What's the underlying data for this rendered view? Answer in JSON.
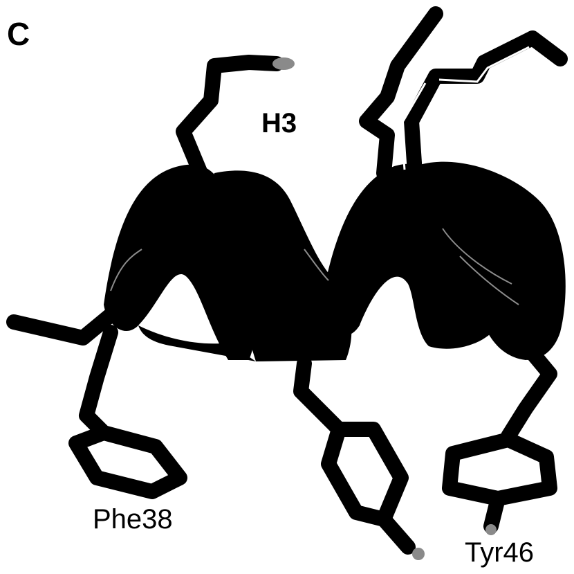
{
  "panel_letter": "C",
  "helix_label": "H3",
  "residue_labels": {
    "phe": "Phe38",
    "tyr": "Tyr46"
  },
  "colors": {
    "background": "#ffffff",
    "structure": "#000000",
    "atom_highlight": "#8a8a8a"
  }
}
